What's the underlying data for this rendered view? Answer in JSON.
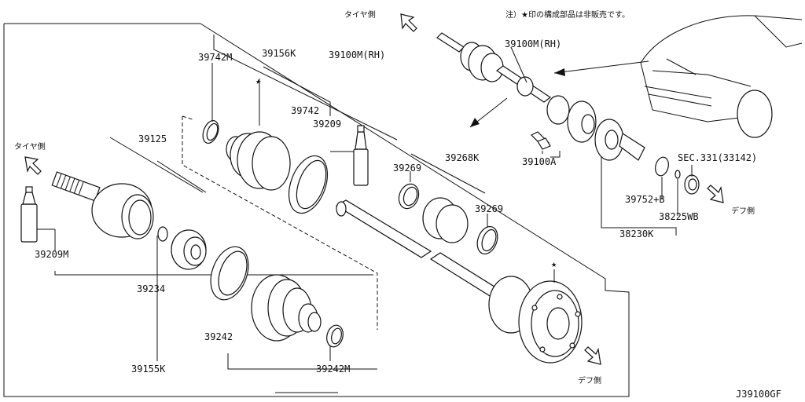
{
  "diagram_id": "J39100GF",
  "note": "注）★印の構成部品は非販売です。",
  "direction_labels": {
    "tire_top": "タイヤ側",
    "tire_left": "タイヤ側",
    "diff_right": "デフ側",
    "diff_bottom": "デフ側"
  },
  "star_marks": {
    "top": "★",
    "bottom": "★"
  },
  "part_numbers": {
    "p39742M": "39742M",
    "p39156K": "39156K",
    "p39100M_RH_a": "39100M(RH)",
    "p39742": "39742",
    "p39209": "39209",
    "p39125": "39125",
    "p39269a": "39269",
    "p39268K": "39268K",
    "p39269b": "39269",
    "p39209M": "39209M",
    "p39234": "39234",
    "p39242": "39242",
    "p39155K": "39155K",
    "p39242M": "39242M",
    "p39100M_RH_b": "39100M(RH)",
    "p39100A": "39100A",
    "pSEC331": "SEC.331(33142)",
    "p39752B": "39752+B",
    "p38225WB": "38225WB",
    "p38230K": "38230K"
  }
}
